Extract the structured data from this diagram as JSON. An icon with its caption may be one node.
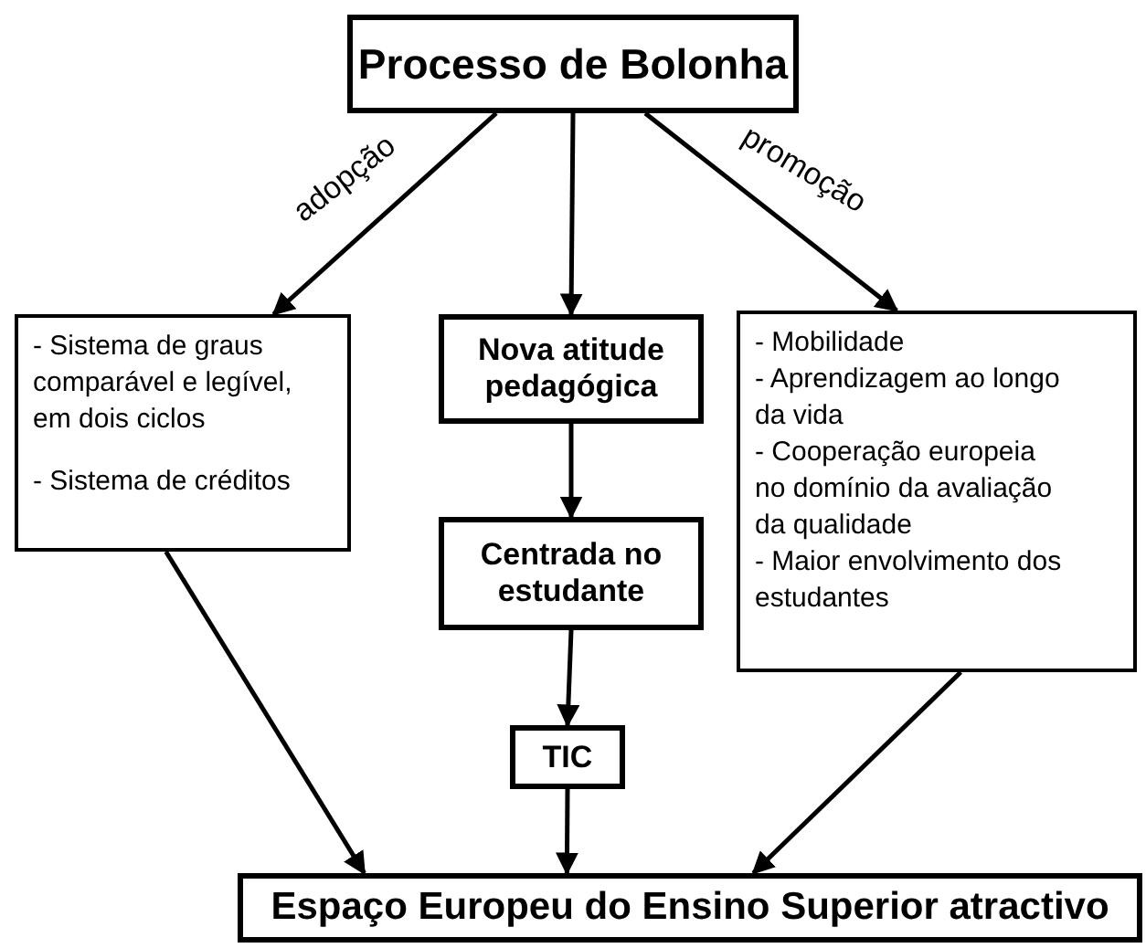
{
  "diagram": {
    "nodes": [
      {
        "text": [
          "Processo de Bolonha"
        ]
      },
      {
        "text": [
          "- Sistema de graus comparável e legível, em dois ciclos",
          "- Sistema de créditos"
        ]
      },
      {
        "text": [
          "Nova atitude pedagógica"
        ]
      },
      {
        "text": [
          "- Mobilidade",
          "- Aprendizagem ao longo da vida",
          "- Cooperação europeia no domínio da avaliação da qualidade",
          "- Maior envolvimento dos estudantes"
        ]
      },
      {
        "text": [
          "Centrada no estudante"
        ]
      },
      {
        "text": [
          "TIC"
        ]
      },
      {
        "text": [
          "Espaço Europeu do Ensino Superior atractivo"
        ]
      }
    ],
    "edges": [
      {
        "from": 0,
        "to": 1,
        "arrow": "to",
        "label": "adopção"
      },
      {
        "from": 0,
        "to": 2,
        "arrow": "to"
      },
      {
        "from": 0,
        "to": 3,
        "arrow": "to",
        "label": "promoção"
      },
      {
        "from": 2,
        "to": 4,
        "arrow": "to"
      },
      {
        "from": 4,
        "to": 5,
        "arrow": "to"
      },
      {
        "from": 1,
        "to": 6,
        "arrow": "to"
      },
      {
        "from": 3,
        "to": 6,
        "arrow": "to"
      },
      {
        "from": 5,
        "to": 6,
        "arrow": "to"
      }
    ]
  }
}
